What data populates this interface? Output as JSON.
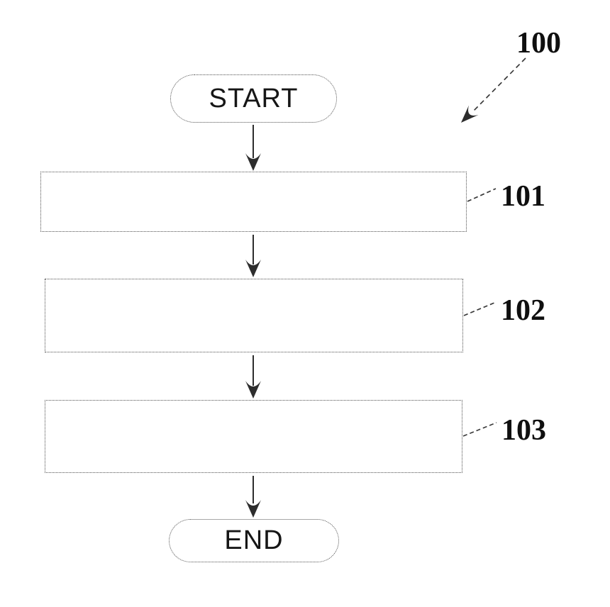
{
  "figure": {
    "reference_label": "100",
    "nodes": [
      {
        "id": "start",
        "type": "terminator",
        "label": "START",
        "ref": ""
      },
      {
        "id": "step-101",
        "type": "process",
        "label": "",
        "ref": "101"
      },
      {
        "id": "step-102",
        "type": "process",
        "label": "",
        "ref": "102"
      },
      {
        "id": "step-103",
        "type": "process",
        "label": "",
        "ref": "103"
      },
      {
        "id": "end",
        "type": "terminator",
        "label": "END",
        "ref": ""
      }
    ],
    "edges": [
      {
        "from": "start",
        "to": "step-101"
      },
      {
        "from": "step-101",
        "to": "step-102"
      },
      {
        "from": "step-102",
        "to": "step-103"
      },
      {
        "from": "step-103",
        "to": "end"
      }
    ],
    "colors": {
      "shape_outline": "#4f4f4f",
      "arrow": "#2d2d2d",
      "text": "#0f0f0f",
      "background": "#ffffff"
    }
  }
}
